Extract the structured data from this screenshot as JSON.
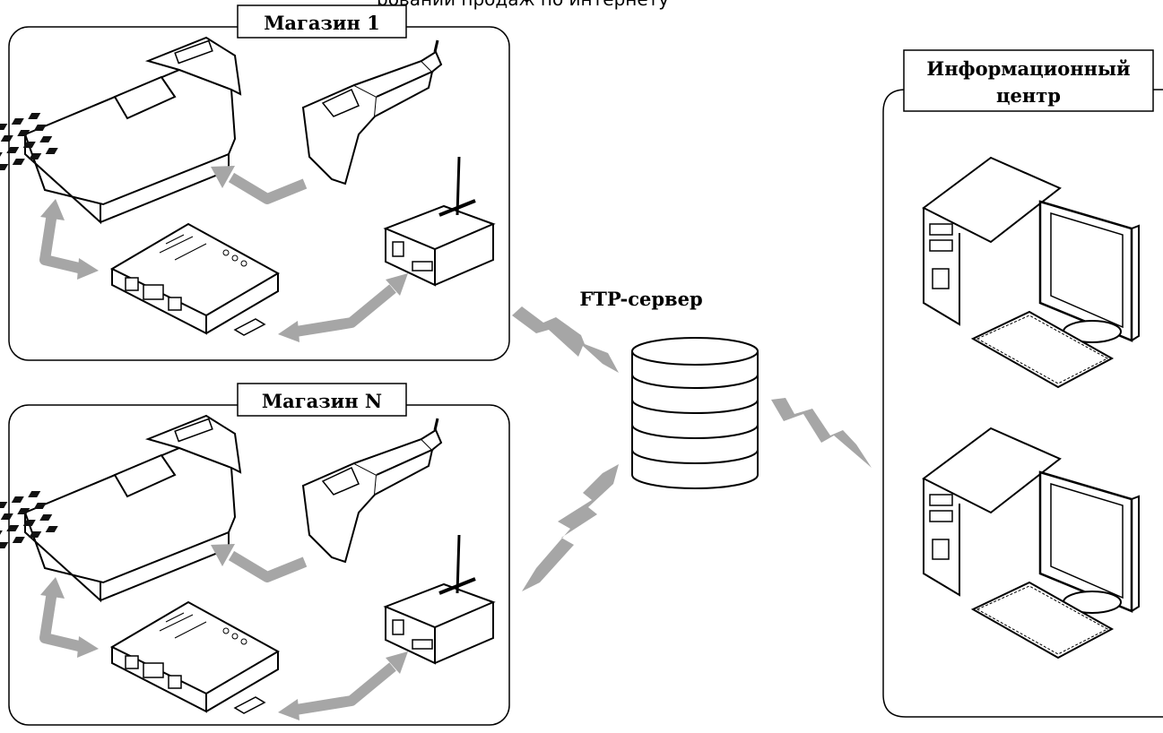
{
  "header_text": "ровании продаж по интернету",
  "stores": [
    {
      "label": "Магазин 1"
    },
    {
      "label": "Магазин N"
    }
  ],
  "server": {
    "label": "FTP-сервер"
  },
  "info_center": {
    "label_line1": "Информационный",
    "label_line2": "центр"
  },
  "colors": {
    "arrow": "#a6a6a6",
    "outline": "#000000",
    "background": "#ffffff"
  }
}
